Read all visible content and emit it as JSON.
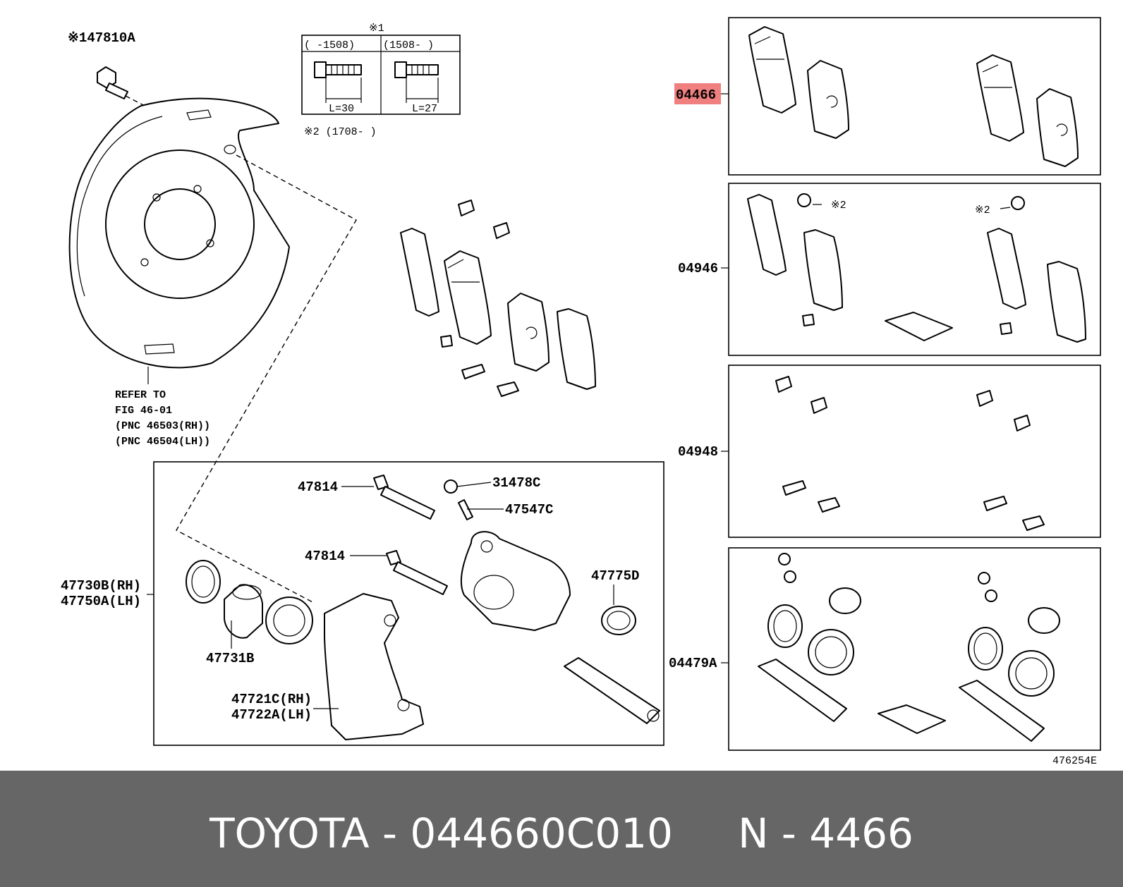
{
  "diagram": {
    "callouts": {
      "bolt": "※147810A",
      "note1_title": "※1",
      "note1_col1": "(  -1508)",
      "note1_col2": "(1508-  )",
      "note1_len1": "L=30",
      "note1_len2": "L=27",
      "note2": "※2 (1708-   )",
      "refer_line1": "REFER TO",
      "refer_line2": "FIG 46-01",
      "refer_line3": "(PNC 46503(RH))",
      "refer_line4": "(PNC 46504(LH))",
      "pad_kit": "04466",
      "shim_kit": "04946",
      "clip_kit": "04948",
      "seal_kit": "04479A",
      "mark2_left": "※2",
      "mark2_right": "※2",
      "pin_upper": "47814",
      "pin_lower": "47814",
      "cap": "31478C",
      "bleeder": "47547C",
      "boot": "47775D",
      "caliper_rh": "47730B(RH)",
      "caliper_lh": "47750A(LH)",
      "piston": "47731B",
      "mount_rh": "47721C(RH)",
      "mount_lh": "47722A(LH)",
      "figure_no": "476254E"
    },
    "highlight_color": "#f08080"
  },
  "footer": {
    "text": "TOYOTA - 044660C010     N - 4466",
    "background": "#666666"
  }
}
